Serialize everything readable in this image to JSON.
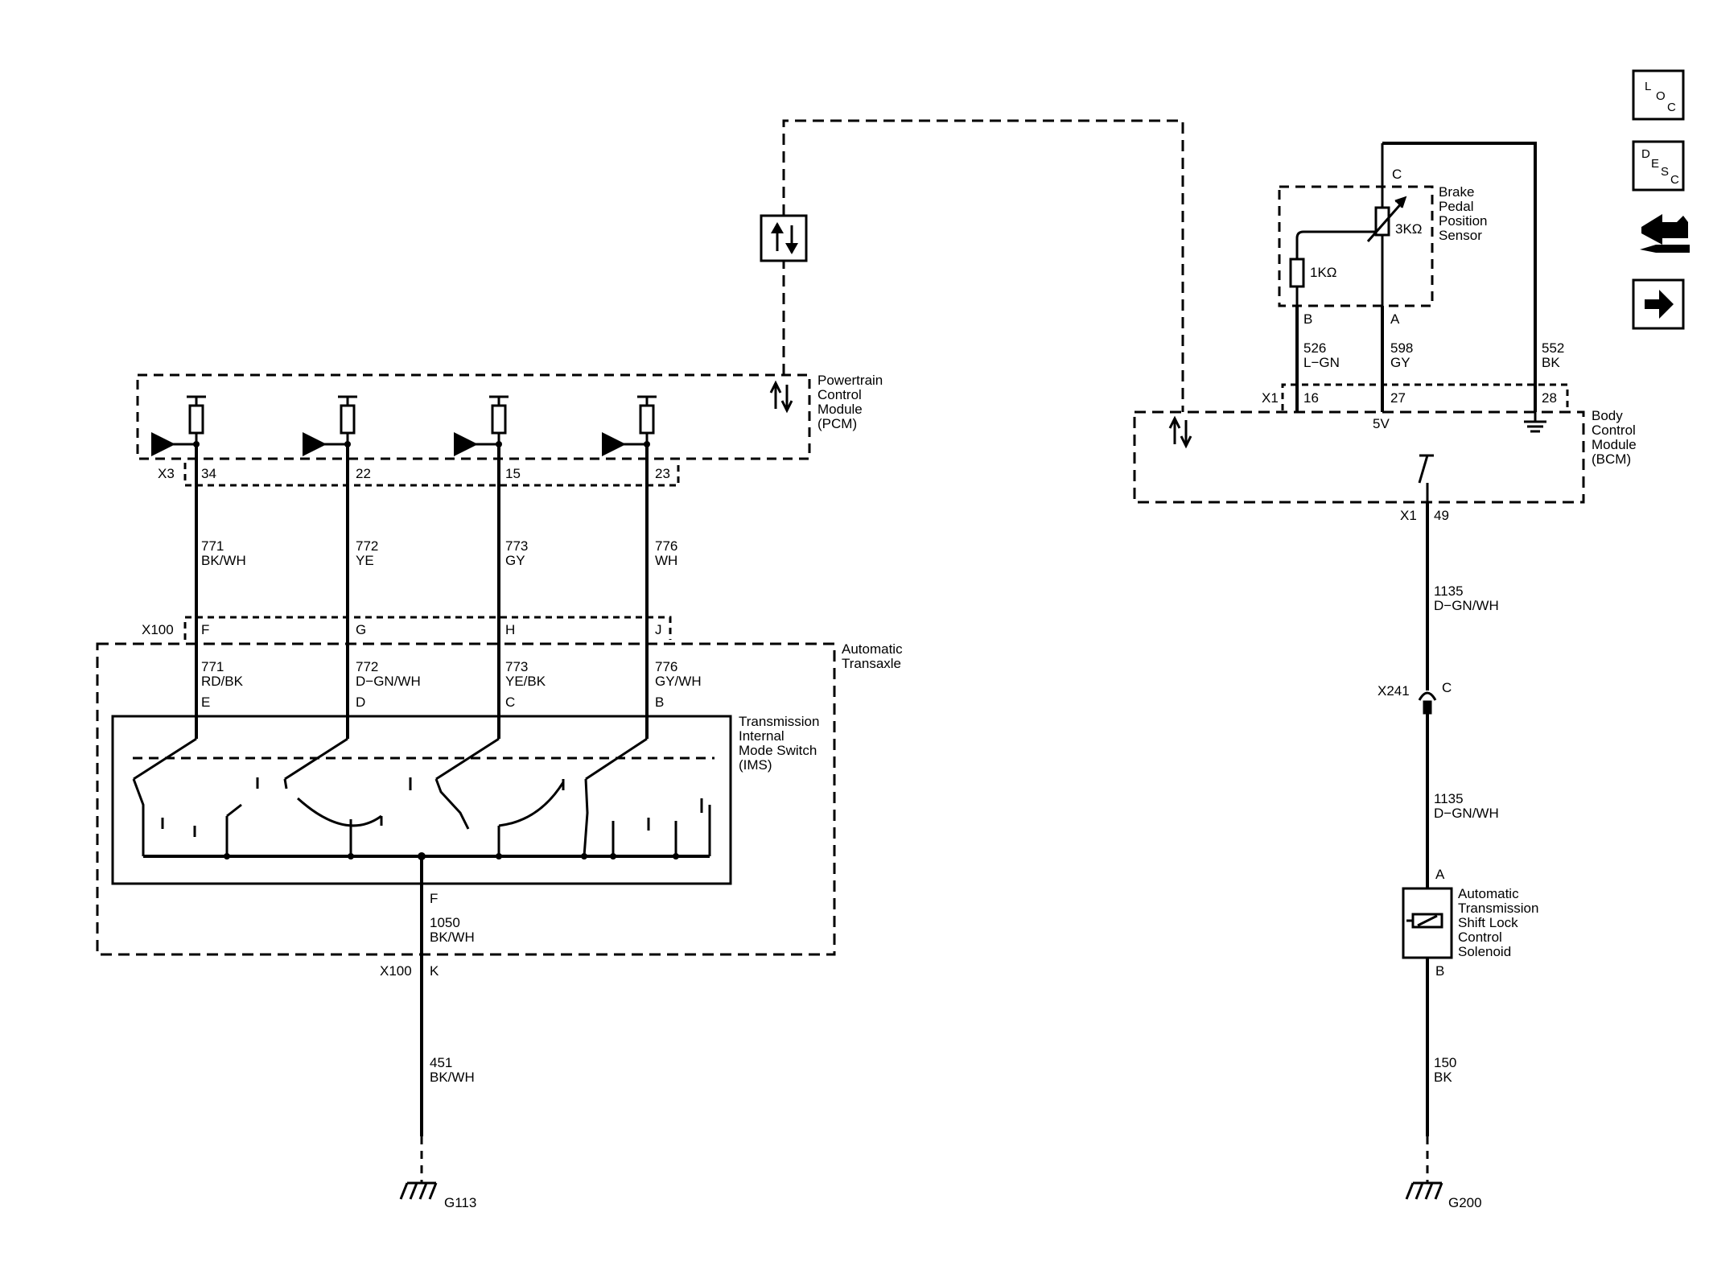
{
  "icons": {
    "loc": {
      "t1": "L",
      "t2": "O",
      "t3": "C"
    },
    "desc": {
      "t1": "D",
      "t2": "E",
      "t3": "S",
      "t4": "C"
    }
  },
  "pcm": {
    "name": [
      "Powertrain",
      "Control",
      "Module",
      "(PCM)"
    ],
    "connector": "X3",
    "pins": [
      "34",
      "22",
      "15",
      "23"
    ]
  },
  "wires_top": [
    {
      "num": "771",
      "color": "BK/WH"
    },
    {
      "num": "772",
      "color": "YE"
    },
    {
      "num": "773",
      "color": "GY"
    },
    {
      "num": "776",
      "color": "WH"
    }
  ],
  "x100": {
    "connector": "X100",
    "pins": [
      "F",
      "G",
      "H",
      "J"
    ]
  },
  "transaxle": {
    "name": [
      "Automatic",
      "Transaxle"
    ]
  },
  "wires_mid": [
    {
      "num": "771",
      "color": "RD/BK",
      "pin": "E"
    },
    {
      "num": "772",
      "color": "D−GN/WH",
      "pin": "D"
    },
    {
      "num": "773",
      "color": "YE/BK",
      "pin": "C"
    },
    {
      "num": "776",
      "color": "GY/WH",
      "pin": "B"
    }
  ],
  "ims": {
    "name": [
      "Transmission",
      "Internal",
      "Mode Switch",
      "(IMS)"
    ],
    "pin": "F"
  },
  "ground_left": {
    "w1_num": "1050",
    "w1_color": "BK/WH",
    "connector": "X100",
    "pin": "K",
    "w2_num": "451",
    "w2_color": "BK/WH",
    "ground": "G113"
  },
  "bpp": {
    "name": [
      "Brake",
      "Pedal",
      "Position",
      "Sensor"
    ],
    "r1": "1KΩ",
    "r2": "3KΩ",
    "pinB": "B",
    "pinA": "A",
    "pinC": "C"
  },
  "bpp_wires": [
    {
      "num": "526",
      "color": "L−GN"
    },
    {
      "num": "598",
      "color": "GY"
    },
    {
      "num": "552",
      "color": "BK"
    }
  ],
  "bcm": {
    "name": [
      "Body",
      "Control",
      "Module",
      "(BCM)"
    ],
    "connector": "X1",
    "pins": [
      "16",
      "27",
      "28"
    ],
    "ref": "5V",
    "out_connector": "X1",
    "out_pin": "49"
  },
  "right_wires": {
    "w1_num": "1135",
    "w1_color": "D−GN/WH",
    "x241": "X241",
    "x241_pin": "C",
    "w2_num": "1135",
    "w2_color": "D−GN/WH"
  },
  "solenoid": {
    "name": [
      "Automatic",
      "Transmission",
      "Shift Lock",
      "Control",
      "Solenoid"
    ],
    "pinA": "A",
    "pinB": "B"
  },
  "ground_right": {
    "w_num": "150",
    "w_color": "BK",
    "ground": "G200"
  }
}
